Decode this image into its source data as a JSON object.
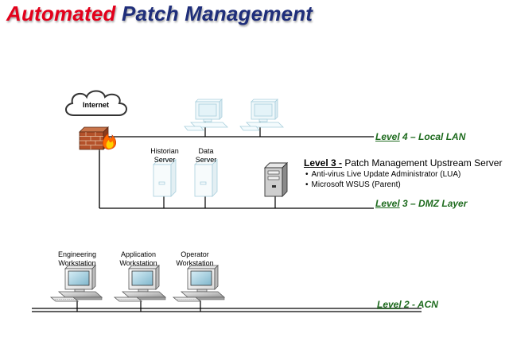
{
  "title": {
    "part1": "Automated",
    "part2": "Patch Management"
  },
  "colors": {
    "title_red": "#e3001b",
    "title_blue": "#1f2e7a",
    "level_green": "#1e6b1e",
    "net_line": "#000000"
  },
  "internet": {
    "label": "Internet"
  },
  "levels": {
    "l4": {
      "word": "Level",
      "rest": " 4 – Local LAN"
    },
    "l3": {
      "word": "Level",
      "rest": " 3 – DMZ Layer"
    },
    "l2": {
      "word": "Level",
      "rest": " 2 - ACN"
    }
  },
  "dmz": {
    "historian": "Historian\nServer",
    "data": "Data\nServer"
  },
  "callout": {
    "heading_bold": "Level 3 -",
    "heading_rest": " Patch Management Upstream Server",
    "items": [
      "Anti-virus Live Update Administrator (LUA)",
      "Microsoft WSUS (Parent)"
    ]
  },
  "acn": {
    "engineering": "Engineering\nWorkstation",
    "application": "Application\nWorkstation",
    "operator": "Operator\nWorkstation"
  },
  "icons": [
    "cloud-icon",
    "firewall-icon",
    "lan-workstation-icon",
    "server-icon",
    "patch-server-icon",
    "workstation-icon"
  ]
}
